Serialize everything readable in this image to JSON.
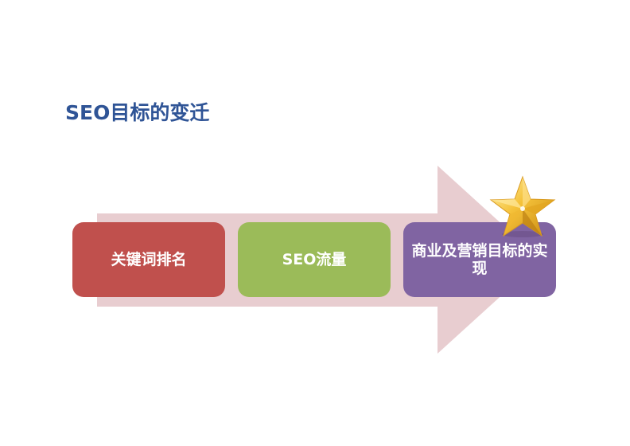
{
  "title": "SEO目标的变迁",
  "diagram": {
    "type": "process-arrow",
    "steps": [
      {
        "label": "关键词排名",
        "color": "#c0504d"
      },
      {
        "label": "SEO流量",
        "color": "#9bbb59"
      },
      {
        "label": "商业及营销目标的实现",
        "color": "#8064a2"
      }
    ],
    "arrow_color": "#e8cdd0",
    "final_step_icon": "star-icon"
  }
}
